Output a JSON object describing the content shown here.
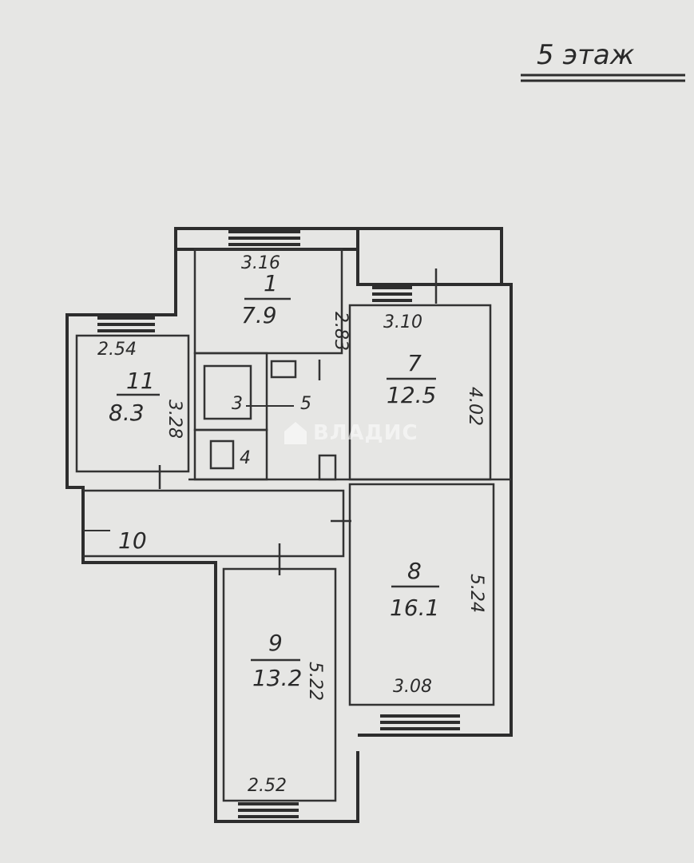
{
  "floor_label": "5 этаж",
  "watermark": "ВЛАДИС",
  "rooms": [
    {
      "id": "1",
      "number": "1",
      "area": "7.9",
      "dims": [
        "3.16",
        "2.83"
      ]
    },
    {
      "id": "7",
      "number": "7",
      "area": "12.5",
      "dims": [
        "3.10",
        "4.02"
      ]
    },
    {
      "id": "11",
      "number": "11",
      "area": "8.3",
      "dims": [
        "2.54",
        "3.28"
      ]
    },
    {
      "id": "3",
      "number": "3"
    },
    {
      "id": "4",
      "number": "4"
    },
    {
      "id": "5",
      "number": "5"
    },
    {
      "id": "10",
      "number": "10"
    },
    {
      "id": "8",
      "number": "8",
      "area": "16.1",
      "dims": [
        "5.24",
        "3.08"
      ]
    },
    {
      "id": "9",
      "number": "9",
      "area": "13.2",
      "dims": [
        "5.22",
        "2.52"
      ]
    }
  ]
}
